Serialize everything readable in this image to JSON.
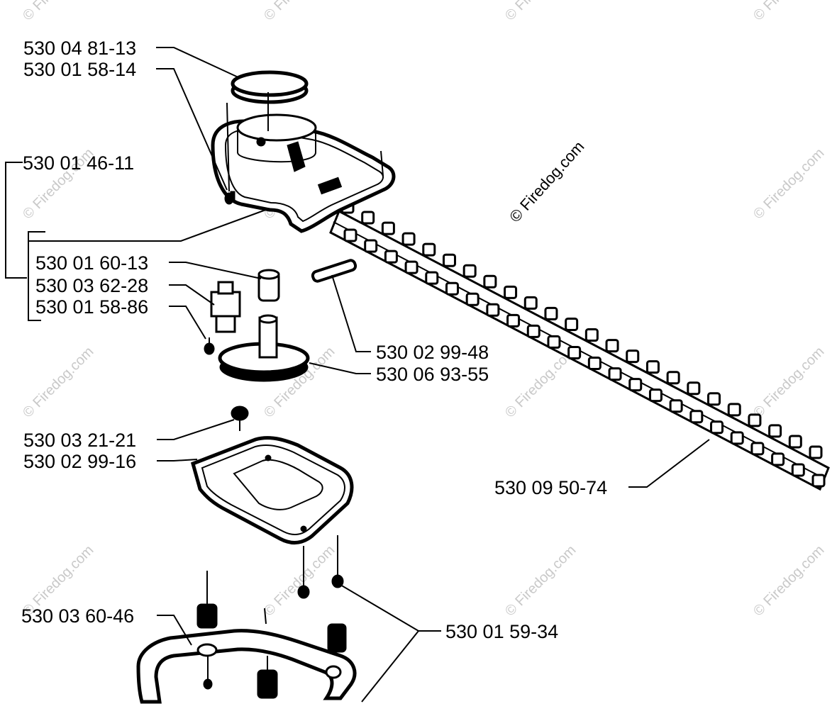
{
  "watermark": {
    "text": "© Firedog.com"
  },
  "labels": [
    {
      "id": "lbl-530-04-81-13",
      "text": "530 04 81-13"
    },
    {
      "id": "lbl-530-01-58-14",
      "text": "530 01 58-14"
    },
    {
      "id": "lbl-530-01-46-11",
      "text": "530 01 46-11"
    },
    {
      "id": "lbl-530-01-60-13",
      "text": "530 01 60-13"
    },
    {
      "id": "lbl-530-03-62-28",
      "text": "530 03 62-28"
    },
    {
      "id": "lbl-530-01-58-86",
      "text": "530 01 58-86"
    },
    {
      "id": "lbl-530-02-99-48",
      "text": "530 02 99-48"
    },
    {
      "id": "lbl-530-06-93-55",
      "text": "530 06 93-55"
    },
    {
      "id": "lbl-530-03-21-21",
      "text": "530 03 21-21"
    },
    {
      "id": "lbl-530-02-99-16",
      "text": "530 02 99-16"
    },
    {
      "id": "lbl-530-09-50-74",
      "text": "530 09 50-74"
    },
    {
      "id": "lbl-530-03-60-46",
      "text": "530 03 60-46"
    },
    {
      "id": "lbl-530-01-59-34",
      "text": "530 01 59-34"
    }
  ]
}
